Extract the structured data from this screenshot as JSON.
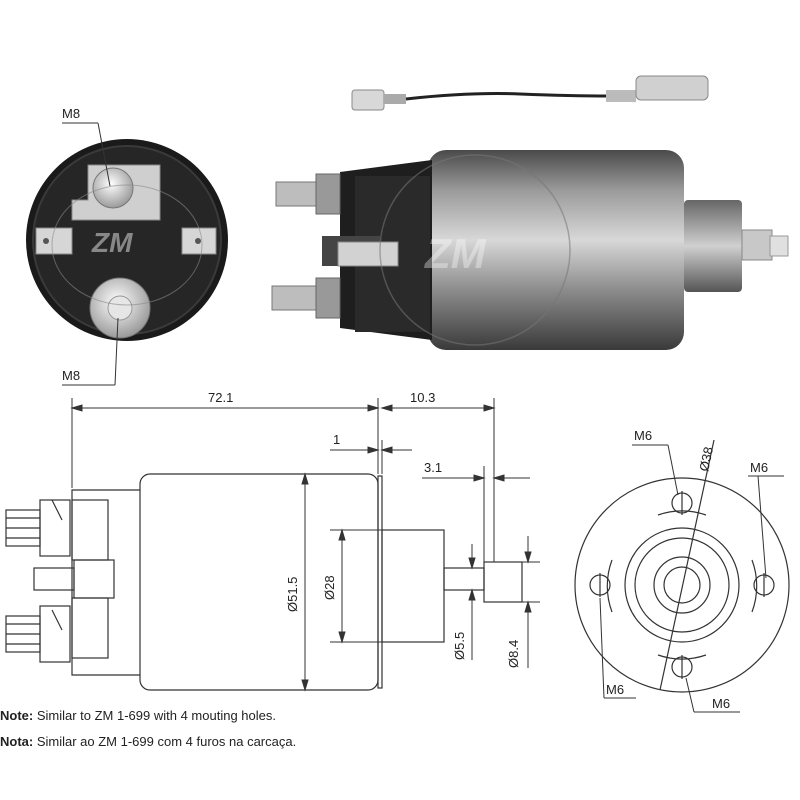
{
  "photo_labels": {
    "top_terminal": "M8",
    "bottom_terminal": "M8"
  },
  "dimensions": {
    "overall_length": "72.1",
    "plunger_extension": "10.3",
    "flange_thickness": "1",
    "plunger_tip": "3.1",
    "body_diameter": "Ø51.5",
    "boss_diameter": "Ø28",
    "rod_diameter": "Ø5.5",
    "tip_diameter": "Ø8.4",
    "bolt_circle": "Ø38",
    "hole_top_left": "M6",
    "hole_right": "M6",
    "hole_bottom_left": "M6",
    "hole_bottom_right": "M6"
  },
  "notes": [
    {
      "prefix": "Note:",
      "text": " Similar to ZM 1-699 with 4 mouting holes."
    },
    {
      "prefix": "Nota:",
      "text": " Similar ao ZM 1-699 com 4 furos na carcaça."
    }
  ]
}
